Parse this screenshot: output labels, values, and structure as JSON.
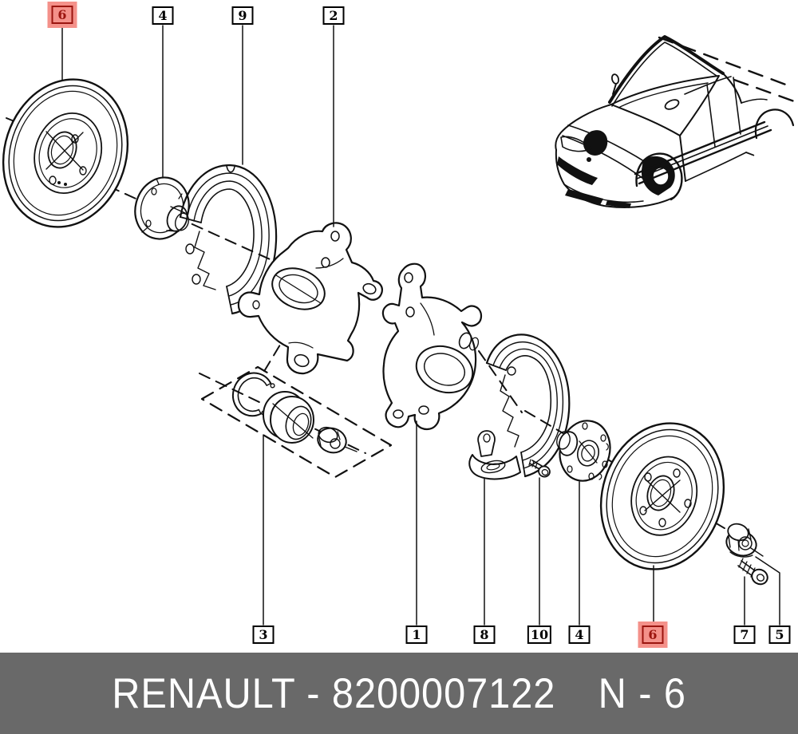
{
  "footer": {
    "label": "RENAULT - 8200007122",
    "page_ref": "N - 6"
  },
  "callouts": {
    "top": [
      {
        "num": "6",
        "highlighted": true
      },
      {
        "num": "4",
        "highlighted": false
      },
      {
        "num": "9",
        "highlighted": false
      },
      {
        "num": "2",
        "highlighted": false
      }
    ],
    "bottom": [
      {
        "num": "3",
        "highlighted": false
      },
      {
        "num": "1",
        "highlighted": false
      },
      {
        "num": "8",
        "highlighted": false
      },
      {
        "num": "10",
        "highlighted": false
      },
      {
        "num": "4",
        "highlighted": false
      },
      {
        "num": "6",
        "highlighted": true
      },
      {
        "num": "7",
        "highlighted": false
      },
      {
        "num": "5",
        "highlighted": false
      }
    ]
  },
  "colors": {
    "highlight_bg": "#f4918a",
    "highlight_accent": "#9b150f",
    "footer_bg": "#696969",
    "footer_text": "#ffffff",
    "line": "#000000",
    "background": "#ffffff"
  }
}
